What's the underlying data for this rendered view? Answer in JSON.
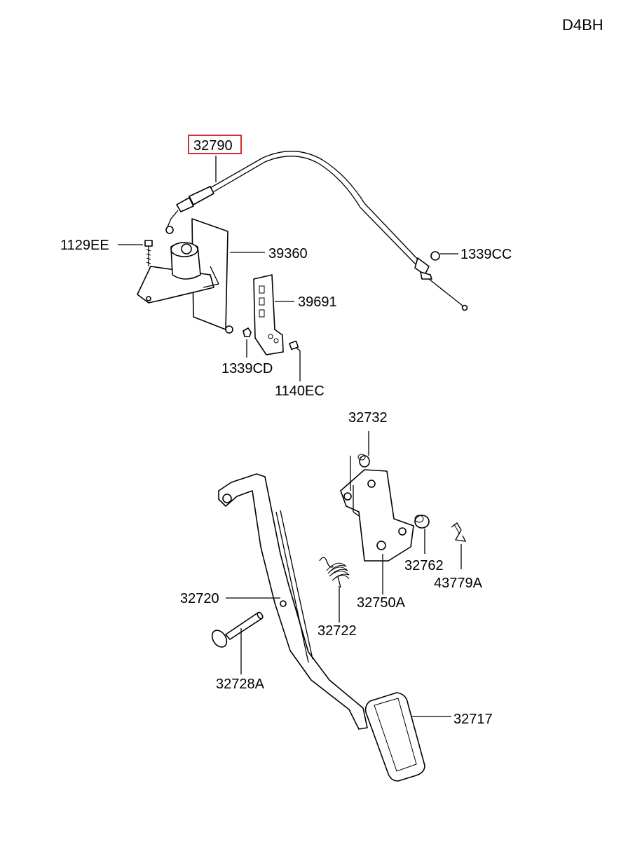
{
  "diagram_code": "D4BH",
  "highlight_color": "#d32f2f",
  "parts": [
    {
      "id": "p32790",
      "label": "32790",
      "highlighted": true
    },
    {
      "id": "p1129EE",
      "label": "1129EE"
    },
    {
      "id": "p39360",
      "label": "39360"
    },
    {
      "id": "p1339CC",
      "label": "1339CC"
    },
    {
      "id": "p39691",
      "label": "39691"
    },
    {
      "id": "p1339CD",
      "label": "1339CD"
    },
    {
      "id": "p1140EC",
      "label": "1140EC"
    },
    {
      "id": "p32732",
      "label": "32732"
    },
    {
      "id": "p32762",
      "label": "32762"
    },
    {
      "id": "p43779A",
      "label": "43779A"
    },
    {
      "id": "p32720",
      "label": "32720"
    },
    {
      "id": "p32750A",
      "label": "32750A"
    },
    {
      "id": "p32722",
      "label": "32722"
    },
    {
      "id": "p32728A",
      "label": "32728A"
    },
    {
      "id": "p32717",
      "label": "32717"
    }
  ]
}
